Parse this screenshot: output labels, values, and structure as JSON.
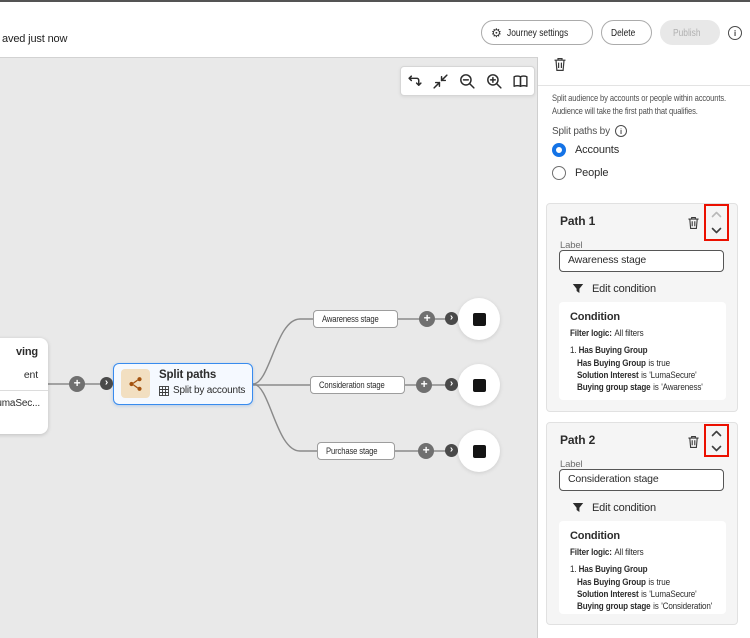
{
  "topbar": {
    "saved_status": "aved just now",
    "buttons": {
      "journey_settings": "Journey settings",
      "delete": "Delete",
      "publish": "Publish"
    }
  },
  "canvas": {
    "toolbar_icons": [
      "undo-icon",
      "collapse-icon",
      "zoom-out-icon",
      "zoom-in-icon",
      "map-icon"
    ],
    "left_node": {
      "line1": "ving",
      "line2": "ent",
      "line3": "LumaSec..."
    },
    "split_node": {
      "title": "Split paths",
      "subtitle": "Split by accounts"
    },
    "branches": [
      {
        "label": "Awareness stage"
      },
      {
        "label": "Consideration stage"
      },
      {
        "label": "Purchase stage"
      }
    ]
  },
  "panel": {
    "description_line1": "Split audience by accounts or people within accounts.",
    "description_line2": "Audience will take the first path that qualifies.",
    "split_paths_by_label": "Split paths by",
    "options": [
      {
        "label": "Accounts",
        "selected": true
      },
      {
        "label": "People",
        "selected": false
      }
    ],
    "paths": [
      {
        "title": "Path 1",
        "label_field": "Label",
        "label_value": "Awareness stage",
        "edit_condition": "Edit condition",
        "condition": {
          "heading": "Condition",
          "filter_logic_label": "Filter logic:",
          "filter_logic_value": "All filters",
          "rule_number": "1.",
          "rule_name": "Has Buying Group",
          "criteria": [
            {
              "field": "Has Buying Group",
              "op": "is",
              "value": "true"
            },
            {
              "field": "Solution Interest",
              "op": "is",
              "value": "'LumaSecure'"
            },
            {
              "field": "Buying group stage",
              "op": "is",
              "value": "'Awareness'"
            }
          ]
        }
      },
      {
        "title": "Path 2",
        "label_field": "Label",
        "label_value": "Consideration stage",
        "edit_condition": "Edit condition",
        "condition": {
          "heading": "Condition",
          "filter_logic_label": "Filter logic:",
          "filter_logic_value": "All filters",
          "rule_number": "1.",
          "rule_name": "Has Buying Group",
          "criteria": [
            {
              "field": "Has Buying Group",
              "op": "is",
              "value": "true"
            },
            {
              "field": "Solution Interest",
              "op": "is",
              "value": "'LumaSecure'"
            },
            {
              "field": "Buying group stage",
              "op": "is",
              "value": "'Consideration'"
            }
          ]
        }
      }
    ]
  },
  "icons": {
    "gear": "⚙",
    "info": "i",
    "plus": "+",
    "chevron_right": "›"
  },
  "colors": {
    "accent_blue": "#1473e6",
    "node_border": "#388bee",
    "annotation_red": "#eb1000",
    "split_icon": "#a4520e",
    "split_icon_bg": "#f2dfc1",
    "canvas_bg": "#e9e9e9"
  }
}
